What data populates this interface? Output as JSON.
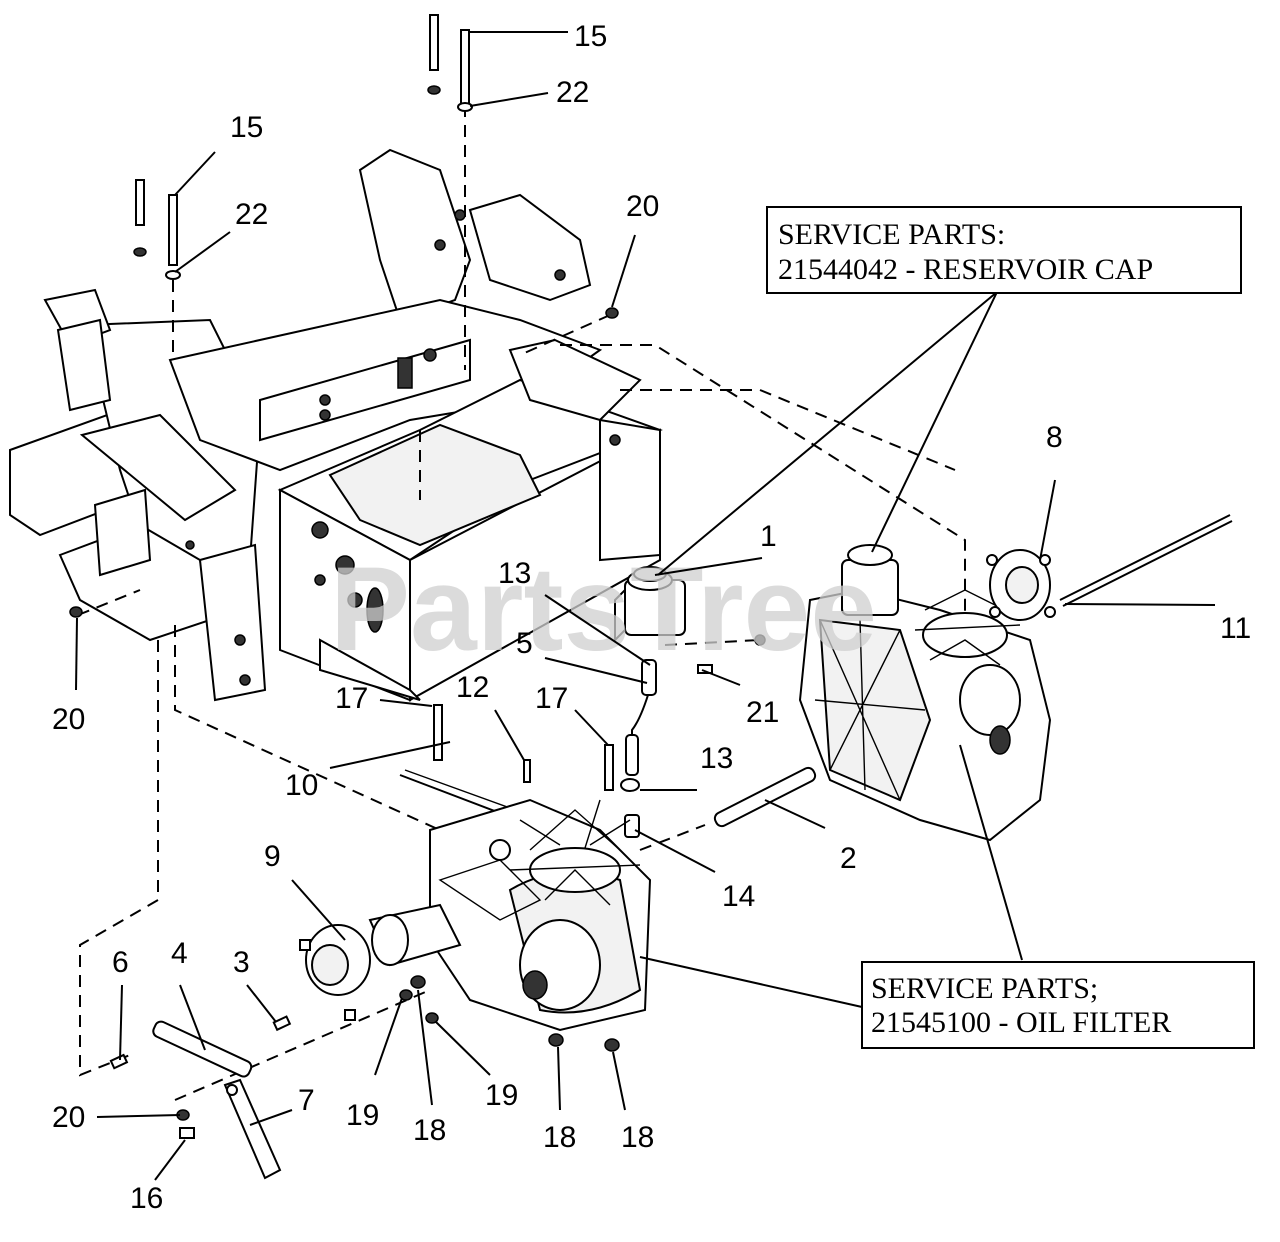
{
  "watermark": "PartsTree",
  "callouts": {
    "c1": "1",
    "c2": "2",
    "c3": "3",
    "c4": "4",
    "c5": "5",
    "c6": "6",
    "c7": "7",
    "c8": "8",
    "c9": "9",
    "c10": "10",
    "c11": "11",
    "c12": "12",
    "c13a": "13",
    "c13b": "13",
    "c14": "14",
    "c15a": "15",
    "c15b": "15",
    "c16": "16",
    "c17a": "17",
    "c17b": "17",
    "c18a": "18",
    "c18b": "18",
    "c18c": "18",
    "c19a": "19",
    "c19b": "19",
    "c20a": "20",
    "c20b": "20",
    "c20c": "20",
    "c21": "21",
    "c22a": "22",
    "c22b": "22"
  },
  "service_boxes": [
    {
      "line1": "SERVICE PARTS:",
      "line2": "21544042 - RESERVOIR CAP"
    },
    {
      "line1": "SERVICE PARTS;",
      "line2": "21545100 - OIL FILTER"
    }
  ]
}
